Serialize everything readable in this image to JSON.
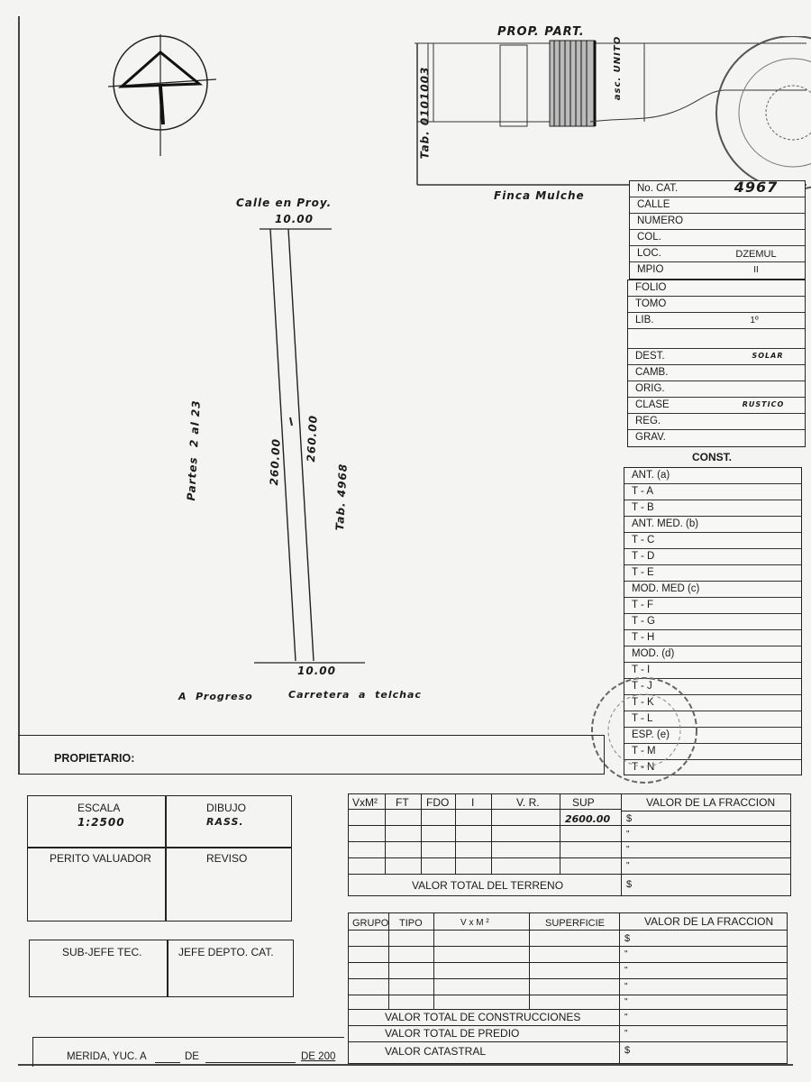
{
  "header": {
    "prop_part": "PROP. PART.",
    "tab_left": "Tab. 0101003",
    "asc_unito": "asc. UNITO",
    "finca": "Finca   Mulche"
  },
  "plan": {
    "calle_proy": "Calle en Proy.",
    "top_dim": "10.00",
    "bottom_dim": "10.00",
    "left_side_text": "Partes  2 al 23",
    "left_dim": "260.00",
    "right_dim": "260.00",
    "tab_right": "Tab. 4968",
    "road_left": "A  Progreso",
    "road_right": "Carretera  a  telchac"
  },
  "cadastral": [
    {
      "k": "No. CAT.",
      "v": "4967"
    },
    {
      "k": "CALLE",
      "v": ""
    },
    {
      "k": "NUMERO",
      "v": ""
    },
    {
      "k": "COL.",
      "v": ""
    },
    {
      "k": "LOC.",
      "v": "DZEMUL"
    },
    {
      "k": "MPIO",
      "v": "II"
    }
  ],
  "registry": [
    {
      "k": "FOLIO",
      "v": ""
    },
    {
      "k": "TOMO",
      "v": ""
    },
    {
      "k": "LIB.",
      "v": "1º"
    },
    {
      "k": "",
      "v": ""
    },
    {
      "k": "DEST.",
      "v": "SOLAR"
    },
    {
      "k": "CAMB.",
      "v": ""
    },
    {
      "k": "ORIG.",
      "v": ""
    },
    {
      "k": "CLASE",
      "v": "RUSTICO"
    },
    {
      "k": "REG.",
      "v": ""
    },
    {
      "k": "GRAV.",
      "v": ""
    }
  ],
  "const_title": "CONST.",
  "const_rows": [
    "ANT. (a)",
    "T - A",
    "T - B",
    "ANT. MED. (b)",
    "T - C",
    "T - D",
    "T - E",
    "MOD. MED (c)",
    "T - F",
    "T - G",
    "T - H",
    "MOD. (d)",
    "T - I",
    "T - J",
    "T - K",
    "T - L",
    "ESP. (e)",
    "T - M",
    "T - N"
  ],
  "owner": {
    "label": "PROPIETARIO:"
  },
  "left_block": {
    "escala_label": "ESCALA",
    "escala_value": "1:2500",
    "dibujo_label": "DIBUJO",
    "dibujo_value": "RASS.",
    "perito": "PERITO VALUADOR",
    "reviso": "REVISO",
    "subjefe": "SUB-JEFE TEC.",
    "jefe": "JEFE DEPTO. CAT.",
    "merida": "MERIDA, YUC. A",
    "de1": "DE",
    "de200": "DE 200"
  },
  "terrain": {
    "headers": [
      "VxM²",
      "FT",
      "FDO",
      "I",
      "V. R.",
      "SUP"
    ],
    "valor_fraccion": "VALOR DE LA FRACCION",
    "sup_value": "2600.00",
    "dollar": "$",
    "ditto": "\"",
    "total": "VALOR TOTAL DEL TERRENO"
  },
  "construction": {
    "headers": [
      "GRUPO",
      "TIPO",
      "V x M ²",
      "SUPERFICIE"
    ],
    "valor_fraccion": "VALOR DE LA FRACCION",
    "total_const": "VALOR TOTAL DE CONSTRUCCIONES",
    "total_predio": "VALOR TOTAL DE PREDIO",
    "valor_catastral": "VALOR CATASTRAL"
  }
}
